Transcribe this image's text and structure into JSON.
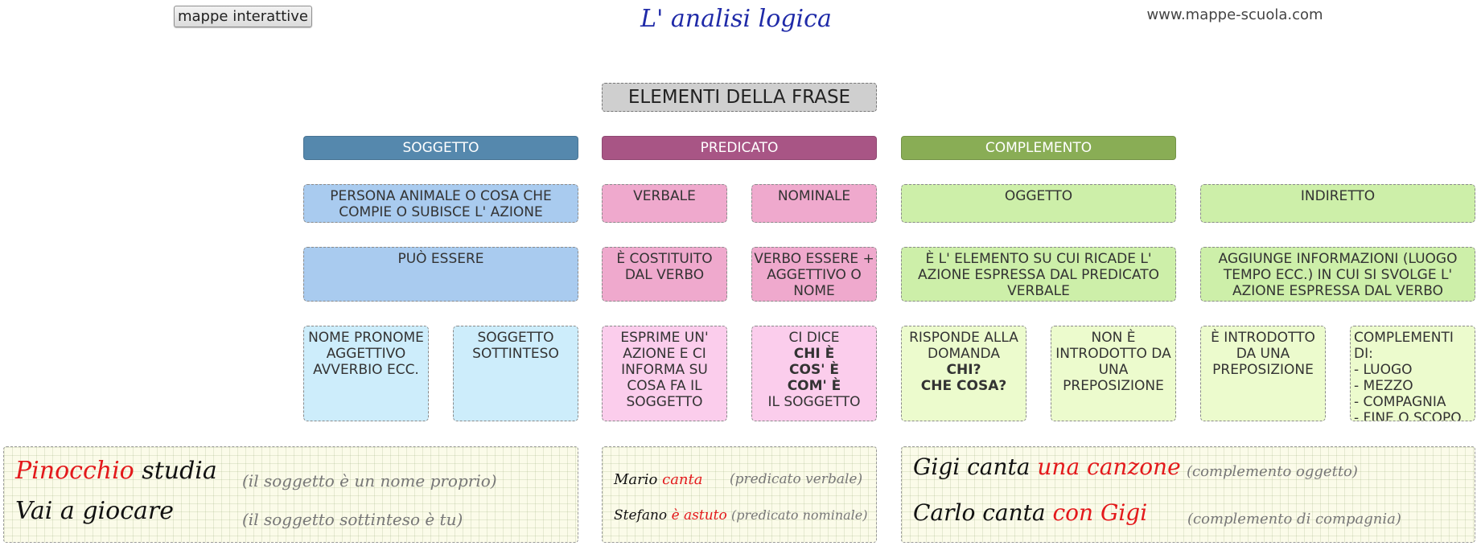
{
  "header": {
    "button_label": "mappe interattive",
    "title": "L' analisi logica",
    "site": "www.mappe-scuola.com"
  },
  "root": "ELEMENTI DELLA FRASE",
  "colors": {
    "soggetto": "#5588ad",
    "predicato": "#a85585",
    "complemento": "#89ad55",
    "highlight": "#e3191b"
  },
  "soggetto": {
    "header": "SOGGETTO",
    "definition": "PERSONA ANIMALE O COSA CHE COMPIE O SUBISCE L' AZIONE",
    "puo_essere": "PUÒ ESSERE",
    "tipo_1": "NOME PRONOME AGGETTIVO AVVERBIO ECC.",
    "tipo_2": "SOGGETTO SOTTINTESO"
  },
  "predicato": {
    "header": "PREDICATO",
    "verbale": {
      "title": "VERBALE",
      "desc": "È COSTITUITO DAL VERBO",
      "detail": "ESPRIME UN' AZIONE E CI INFORMA SU COSA FA IL SOGGETTO"
    },
    "nominale": {
      "title": "NOMINALE",
      "desc": "VERBO ESSERE + AGGETTIVO O NOME",
      "detail_1": "CI DICE",
      "detail_2": "CHI È",
      "detail_3": "COS' È",
      "detail_4": "COM' È",
      "detail_5": "IL SOGGETTO"
    }
  },
  "complemento": {
    "header": "COMPLEMENTO",
    "oggetto": {
      "title": "OGGETTO",
      "desc": "È L' ELEMENTO SU CUI RICADE L' AZIONE ESPRESSA DAL PREDICATO VERBALE",
      "detail_a_1": "RISPONDE ALLA DOMANDA",
      "detail_a_2": "CHI?",
      "detail_a_3": "CHE COSA?",
      "detail_b": "NON È INTRODOTTO DA UNA PREPOSIZIONE"
    },
    "indiretto": {
      "title": "INDIRETTO",
      "desc": "AGGIUNGE INFORMAZIONI (LUOGO TEMPO ECC.) IN CUI SI SVOLGE L' AZIONE ESPRESSA DAL VERBO",
      "detail_a": "È INTRODOTTO DA UNA PREPOSIZIONE",
      "detail_b_title": "COMPLEMENTI DI:",
      "detail_b_items": [
        "- LUOGO",
        "- MEZZO",
        "- COMPAGNIA",
        "- FINE O SCOPO"
      ]
    }
  },
  "examples": {
    "soggetto": {
      "ex1_subject": "Pinocchio",
      "ex1_rest": "studia",
      "ex1_note": "(il soggetto è un nome proprio)",
      "ex2_text": "Vai a giocare",
      "ex2_note": "(il soggetto sottinteso è tu)"
    },
    "predicato": {
      "ex1_subject": "Mario",
      "ex1_pred": "canta",
      "ex1_note": "(predicato verbale)",
      "ex2_subject": "Stefano",
      "ex2_pred": "è astuto",
      "ex2_note": "(predicato nominale)"
    },
    "complemento": {
      "ex1_main": "Gigi canta",
      "ex1_comp": "una canzone",
      "ex1_note": "(complemento oggetto)",
      "ex2_main": "Carlo canta",
      "ex2_comp": "con Gigi",
      "ex2_note": "(complemento di compagnia)"
    }
  }
}
